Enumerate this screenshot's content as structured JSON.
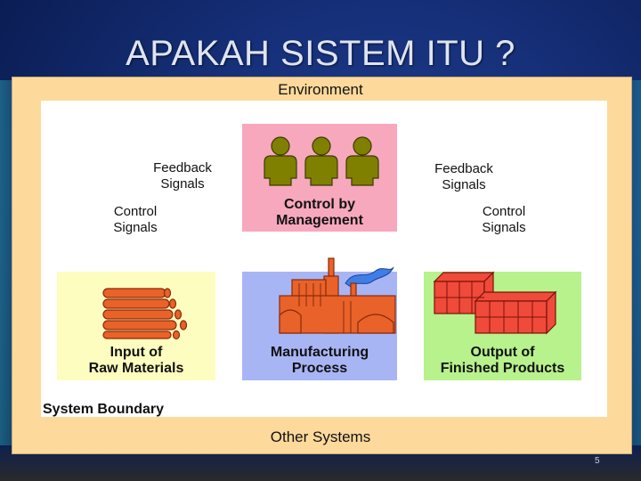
{
  "title": "APAKAH SISTEM ITU  ?",
  "labels": {
    "environment": "Environment",
    "feedback_left": "Feedback\nSignals",
    "feedback_right": "Feedback\nSignals",
    "control_left": "Control\nSignals",
    "control_right": "Control\nSignals",
    "control_by_management": "Control by\nManagement",
    "input": "Input of\nRaw Materials",
    "process": "Manufacturing\nProcess",
    "output": "Output of\nFinished Products",
    "system_boundary": "System Boundary",
    "other_systems": "Other Systems"
  },
  "page_number": "5",
  "icons": {
    "management": "people-icon",
    "input": "pipes-icon",
    "process": "factory-icon",
    "output": "crates-icon"
  },
  "colors": {
    "frame": "#fdd99b",
    "management_box": "#f7a8bd",
    "input_box": "#fdfdc0",
    "process_box": "#a8b5f5",
    "output_box": "#b7f28c",
    "people": "#808000",
    "pipes": "#e8622a",
    "factory": "#e8622a",
    "crates": "#f04a3a"
  }
}
